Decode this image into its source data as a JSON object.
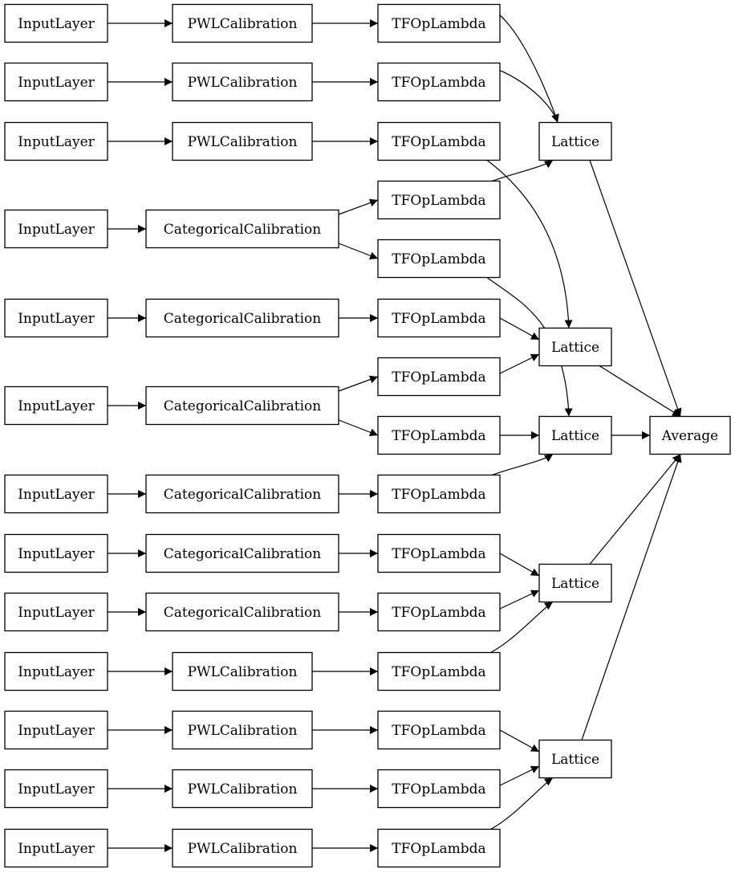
{
  "diagram": {
    "type": "model-graph",
    "colors": {
      "node_fill": "#ffffff",
      "node_stroke": "#000000",
      "edge": "#000000",
      "background": "#ffffff"
    },
    "nodes": [
      {
        "id": "in1",
        "label": "InputLayer"
      },
      {
        "id": "in2",
        "label": "InputLayer"
      },
      {
        "id": "in3",
        "label": "InputLayer"
      },
      {
        "id": "in4",
        "label": "InputLayer"
      },
      {
        "id": "in5",
        "label": "InputLayer"
      },
      {
        "id": "in6",
        "label": "InputLayer"
      },
      {
        "id": "in7",
        "label": "InputLayer"
      },
      {
        "id": "in8",
        "label": "InputLayer"
      },
      {
        "id": "in9",
        "label": "InputLayer"
      },
      {
        "id": "in10",
        "label": "InputLayer"
      },
      {
        "id": "in11",
        "label": "InputLayer"
      },
      {
        "id": "in12",
        "label": "InputLayer"
      },
      {
        "id": "in13",
        "label": "InputLayer"
      },
      {
        "id": "cal1",
        "label": "PWLCalibration"
      },
      {
        "id": "cal2",
        "label": "PWLCalibration"
      },
      {
        "id": "cal3",
        "label": "PWLCalibration"
      },
      {
        "id": "cal4",
        "label": "CategoricalCalibration"
      },
      {
        "id": "cal5",
        "label": "CategoricalCalibration"
      },
      {
        "id": "cal6",
        "label": "CategoricalCalibration"
      },
      {
        "id": "cal7",
        "label": "CategoricalCalibration"
      },
      {
        "id": "cal8",
        "label": "CategoricalCalibration"
      },
      {
        "id": "cal9",
        "label": "CategoricalCalibration"
      },
      {
        "id": "cal10",
        "label": "PWLCalibration"
      },
      {
        "id": "cal11",
        "label": "PWLCalibration"
      },
      {
        "id": "cal12",
        "label": "PWLCalibration"
      },
      {
        "id": "cal13",
        "label": "PWLCalibration"
      },
      {
        "id": "tf1",
        "label": "TFOpLambda"
      },
      {
        "id": "tf2",
        "label": "TFOpLambda"
      },
      {
        "id": "tf3",
        "label": "TFOpLambda"
      },
      {
        "id": "tf4",
        "label": "TFOpLambda"
      },
      {
        "id": "tf5",
        "label": "TFOpLambda"
      },
      {
        "id": "tf6",
        "label": "TFOpLambda"
      },
      {
        "id": "tf7",
        "label": "TFOpLambda"
      },
      {
        "id": "tf8",
        "label": "TFOpLambda"
      },
      {
        "id": "tf9",
        "label": "TFOpLambda"
      },
      {
        "id": "tf10",
        "label": "TFOpLambda"
      },
      {
        "id": "tf11",
        "label": "TFOpLambda"
      },
      {
        "id": "tf12",
        "label": "TFOpLambda"
      },
      {
        "id": "tf13",
        "label": "TFOpLambda"
      },
      {
        "id": "tf14",
        "label": "TFOpLambda"
      },
      {
        "id": "tf15",
        "label": "TFOpLambda"
      },
      {
        "id": "lat1",
        "label": "Lattice"
      },
      {
        "id": "lat2",
        "label": "Lattice"
      },
      {
        "id": "lat3",
        "label": "Lattice"
      },
      {
        "id": "lat4",
        "label": "Lattice"
      },
      {
        "id": "lat5",
        "label": "Lattice"
      },
      {
        "id": "avg",
        "label": "Average"
      }
    ],
    "edges": [
      [
        "in1",
        "cal1"
      ],
      [
        "in2",
        "cal2"
      ],
      [
        "in3",
        "cal3"
      ],
      [
        "in4",
        "cal4"
      ],
      [
        "in5",
        "cal5"
      ],
      [
        "in6",
        "cal6"
      ],
      [
        "in7",
        "cal7"
      ],
      [
        "in8",
        "cal8"
      ],
      [
        "in9",
        "cal9"
      ],
      [
        "in10",
        "cal10"
      ],
      [
        "in11",
        "cal11"
      ],
      [
        "in12",
        "cal12"
      ],
      [
        "in13",
        "cal13"
      ],
      [
        "cal1",
        "tf1"
      ],
      [
        "cal2",
        "tf2"
      ],
      [
        "cal3",
        "tf3"
      ],
      [
        "cal4",
        "tf4"
      ],
      [
        "cal4",
        "tf5"
      ],
      [
        "cal5",
        "tf6"
      ],
      [
        "cal6",
        "tf7"
      ],
      [
        "cal6",
        "tf8"
      ],
      [
        "cal7",
        "tf9"
      ],
      [
        "cal8",
        "tf10"
      ],
      [
        "cal9",
        "tf11"
      ],
      [
        "cal10",
        "tf12"
      ],
      [
        "cal11",
        "tf13"
      ],
      [
        "cal12",
        "tf14"
      ],
      [
        "cal13",
        "tf15"
      ],
      [
        "tf1",
        "lat1"
      ],
      [
        "tf2",
        "lat1"
      ],
      [
        "tf4",
        "lat1"
      ],
      [
        "tf3",
        "lat2"
      ],
      [
        "tf6",
        "lat2"
      ],
      [
        "tf7",
        "lat2"
      ],
      [
        "tf5",
        "lat3"
      ],
      [
        "tf8",
        "lat3"
      ],
      [
        "tf9",
        "lat3"
      ],
      [
        "tf10",
        "lat4"
      ],
      [
        "tf11",
        "lat4"
      ],
      [
        "tf12",
        "lat4"
      ],
      [
        "tf13",
        "lat5"
      ],
      [
        "tf14",
        "lat5"
      ],
      [
        "tf15",
        "lat5"
      ],
      [
        "lat1",
        "avg"
      ],
      [
        "lat2",
        "avg"
      ],
      [
        "lat3",
        "avg"
      ],
      [
        "lat4",
        "avg"
      ],
      [
        "lat5",
        "avg"
      ]
    ]
  }
}
